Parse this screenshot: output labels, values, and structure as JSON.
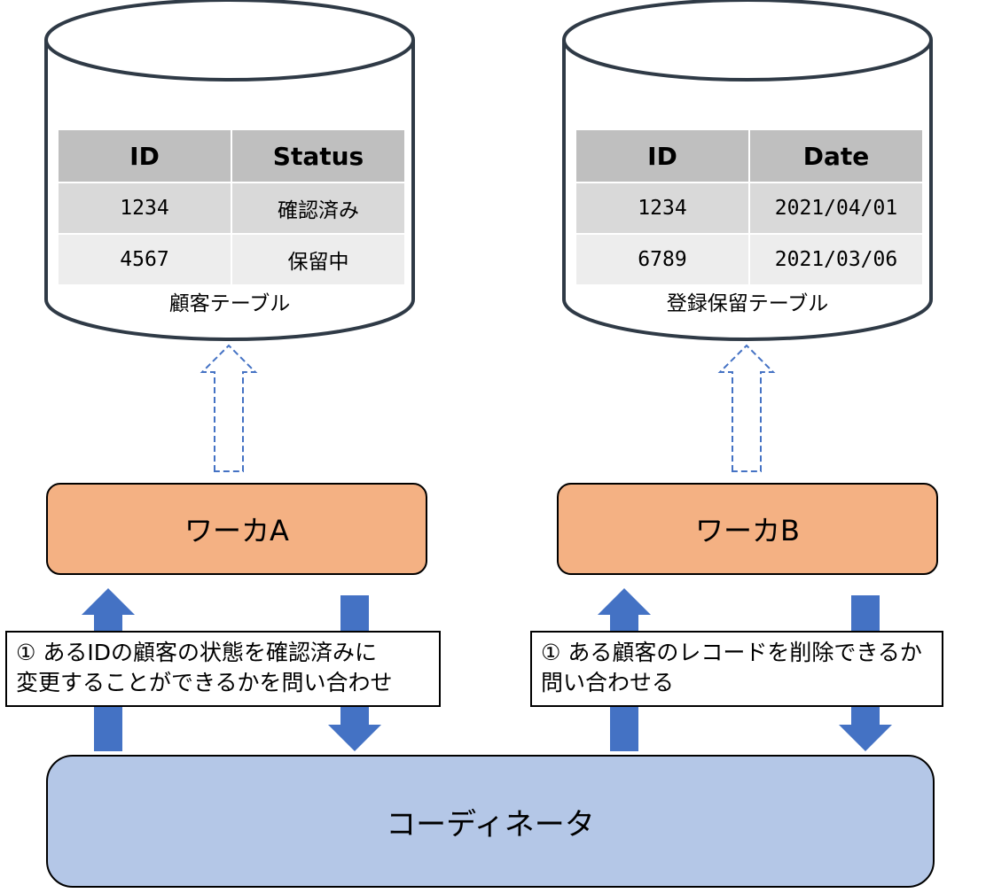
{
  "tables": [
    {
      "caption": "顧客テーブル",
      "headers": [
        "ID",
        "Status"
      ],
      "rows": [
        [
          "1234",
          "確認済み"
        ],
        [
          "4567",
          "保留中"
        ]
      ]
    },
    {
      "caption": "登録保留テーブル",
      "headers": [
        "ID",
        "Date"
      ],
      "rows": [
        [
          "1234",
          "2021/04/01"
        ],
        [
          "6789",
          "2021/03/06"
        ]
      ]
    }
  ],
  "workers": [
    "ワーカA",
    "ワーカB"
  ],
  "coordinator": "コーディネータ",
  "notes": [
    [
      "① あるIDの顧客の状態を確認済みに",
      "変更することができるかを問い合わせ"
    ],
    [
      "① ある顧客のレコードを削除できるか",
      "問い合わせる"
    ]
  ],
  "colors": {
    "worker_fill": "#f4b183",
    "coordinator_fill": "#b4c7e7",
    "arrow_fill": "#4472c4",
    "dashed_arrow_stroke": "#4472c4",
    "table_header": "#bfbfbf"
  }
}
